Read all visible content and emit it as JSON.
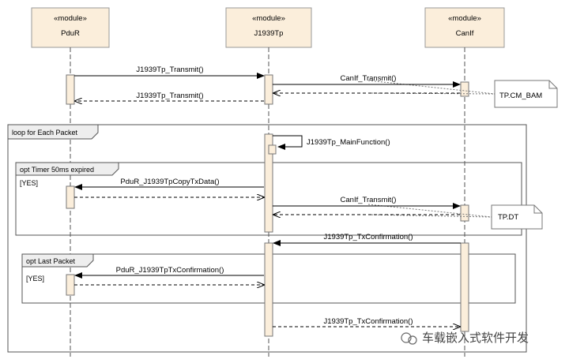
{
  "participants": [
    {
      "stereotype": "«module»",
      "name": "PduR"
    },
    {
      "stereotype": "«module»",
      "name": "J1939Tp"
    },
    {
      "stereotype": "«module»",
      "name": "CanIf"
    }
  ],
  "messages": {
    "m1": "J1939Tp_Transmit()",
    "m2": "CanIf_Transmit()",
    "m3": "J1939Tp_Transmit()",
    "m4": "J1939Tp_MainFunction()",
    "m5": "PduR_J1939TpCopyTxData()",
    "m6": "CanIf_Transmit()",
    "m7": "J1939Tp_TxConfirmation()",
    "m8": "PduR_J1939TpTxConfirmation()",
    "m9": "J1939Tp_TxConfirmation()"
  },
  "notes": {
    "n1": "TP.CM_BAM",
    "n2": "TP.DT"
  },
  "fragments": {
    "loop": "loop for Each Packet",
    "opt_timer": "opt Timer 50ms expired",
    "opt_timer_guard": "[YES]",
    "opt_last": "opt Last Packet",
    "opt_last_guard": "[YES]"
  },
  "watermark": "车载嵌入式软件开发"
}
